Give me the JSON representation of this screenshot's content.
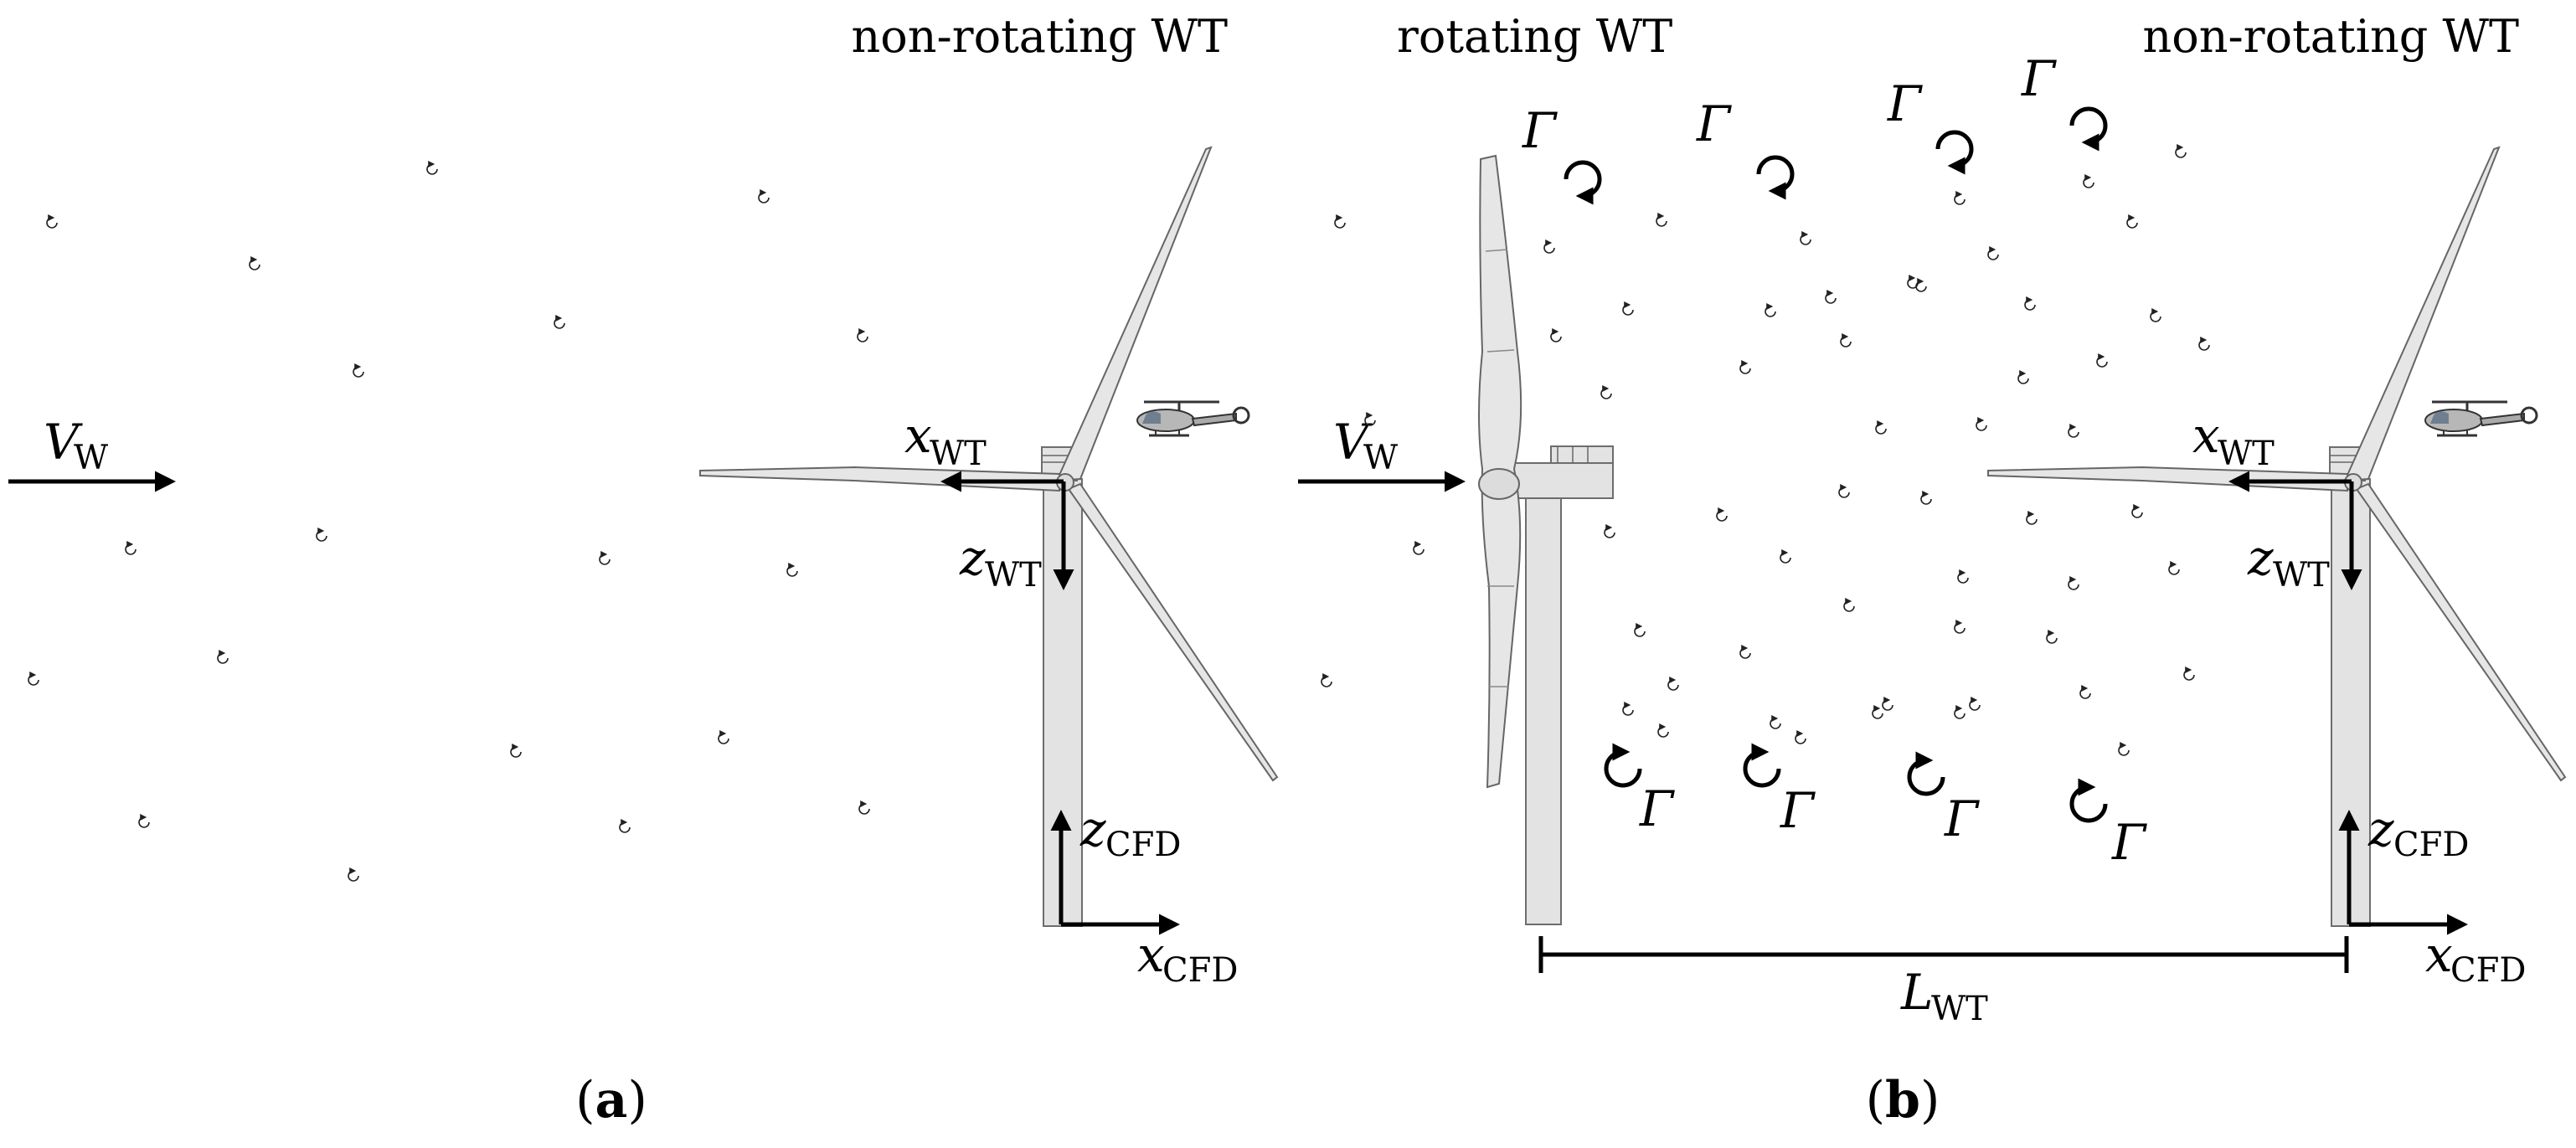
{
  "panel_a": {
    "caption_open": "(",
    "caption_letter": "a",
    "caption_close": ")",
    "turbine_title": "non-rotating WT",
    "wind": {
      "symbol": "V",
      "subscript": "W"
    },
    "axes": {
      "x_wt": {
        "symbol": "x",
        "subscript": "WT"
      },
      "z_wt": {
        "symbol": "z",
        "subscript": "WT"
      },
      "z_cfd": {
        "symbol": "z",
        "subscript": "CFD"
      },
      "x_cfd": {
        "symbol": "x",
        "subscript": "CFD"
      }
    }
  },
  "panel_b": {
    "caption_open": "(",
    "caption_letter": "b",
    "caption_close": ")",
    "upstream_title": "rotating WT",
    "downstream_title": "non-rotating WT",
    "wind": {
      "symbol": "V",
      "subscript": "W"
    },
    "circulation_symbol": "Γ",
    "distance": {
      "symbol": "L",
      "subscript": "WT"
    },
    "axes": {
      "x_wt": {
        "symbol": "x",
        "subscript": "WT"
      },
      "z_wt": {
        "symbol": "z",
        "subscript": "WT"
      },
      "z_cfd": {
        "symbol": "z",
        "subscript": "CFD"
      },
      "x_cfd": {
        "symbol": "x",
        "subscript": "CFD"
      }
    }
  }
}
